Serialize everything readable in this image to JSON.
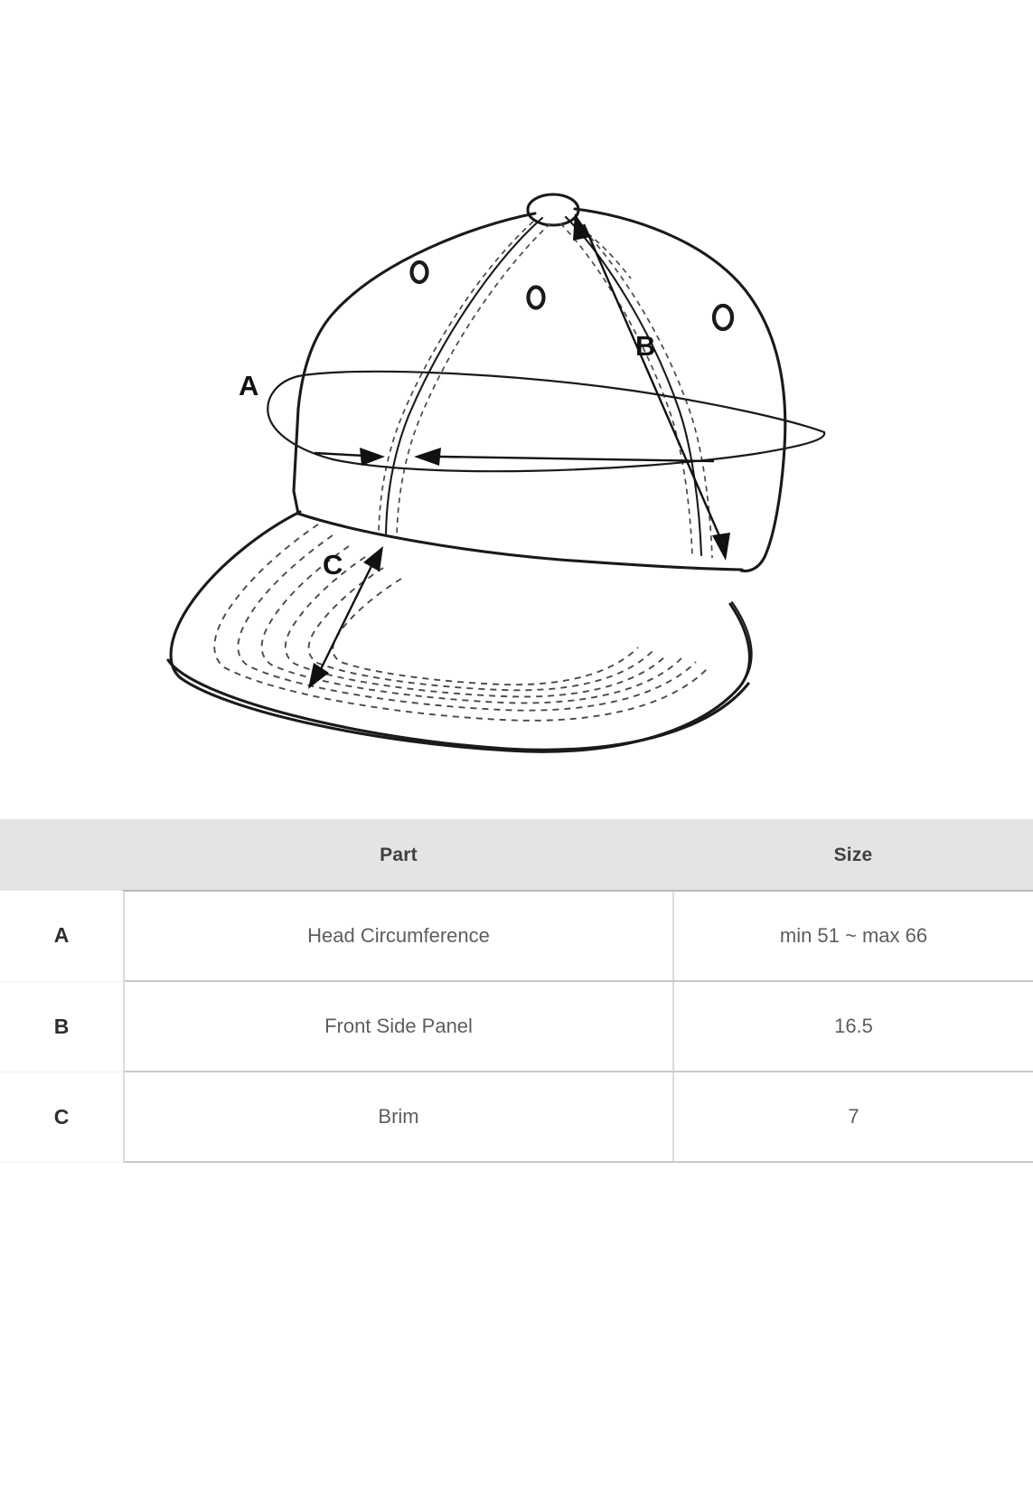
{
  "diagram": {
    "title": "Baseball cap measurement diagram",
    "labels": [
      {
        "key": "A",
        "meaning": "Head Circumference"
      },
      {
        "key": "B",
        "meaning": "Front Side Panel"
      },
      {
        "key": "C",
        "meaning": "Brim"
      }
    ],
    "label_a": "A",
    "label_b": "B",
    "label_c": "C"
  },
  "table": {
    "columns": [
      "",
      "Part",
      "Size"
    ],
    "header": {
      "key": "",
      "part": "Part",
      "size": "Size"
    },
    "rows": [
      {
        "key": "A",
        "part": "Head Circumference",
        "size": "min 51 ~ max 66"
      },
      {
        "key": "B",
        "part": "Front Side Panel",
        "size": "16.5"
      },
      {
        "key": "C",
        "part": "Brim",
        "size": "7"
      }
    ]
  },
  "colors": {
    "header_bg": "#e5e4e5",
    "line": "#1a1a1a",
    "text": "#5e5e60",
    "border": "#c9c9ca",
    "page_bg": "#ffffff"
  }
}
